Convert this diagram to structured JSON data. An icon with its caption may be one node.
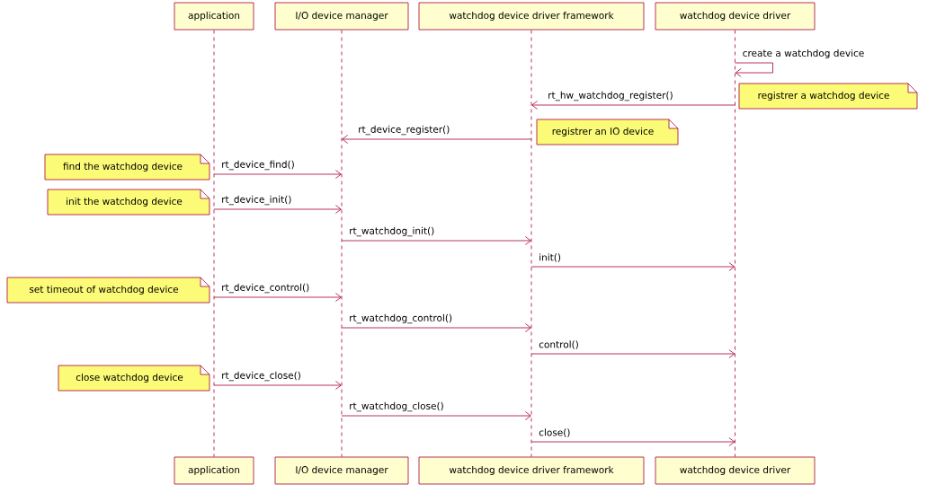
{
  "diagram": {
    "nodes": [
      {
        "text": [
          "application"
        ]
      },
      {
        "text": [
          "I/O device manager"
        ]
      },
      {
        "text": [
          "watchdog device driver framework"
        ]
      },
      {
        "text": [
          "watchdog device driver"
        ]
      },
      {
        "text": [],
        "shape": "line"
      },
      {
        "text": [],
        "shape": "line"
      },
      {
        "text": [],
        "shape": "line"
      },
      {
        "text": [],
        "shape": "line"
      },
      {
        "text": [
          "registrer a watchdog device"
        ]
      },
      {
        "text": [
          "registrer an IO device"
        ]
      },
      {
        "text": [
          "find the watchdog device"
        ]
      },
      {
        "text": [
          "init the watchdog device"
        ]
      },
      {
        "text": [
          "set timeout of watchdog device"
        ]
      },
      {
        "text": [
          "close watchdog device"
        ]
      },
      {
        "text": [
          "application"
        ]
      },
      {
        "text": [
          "I/O device manager"
        ]
      },
      {
        "text": [
          "watchdog device driver framework"
        ]
      },
      {
        "text": [
          "watchdog device driver"
        ]
      }
    ],
    "edges": [
      {
        "from": 7,
        "to": 7,
        "arrow": "to",
        "label": "create a watchdog device"
      },
      {
        "from": 7,
        "to": 6,
        "arrow": "to",
        "label": "rt_hw_watchdog_register()"
      },
      {
        "from": 6,
        "to": 5,
        "arrow": "to",
        "label": "rt_device_register()"
      },
      {
        "from": 4,
        "to": 5,
        "arrow": "to",
        "label": "rt_device_find()"
      },
      {
        "from": 4,
        "to": 5,
        "arrow": "to",
        "label": "rt_device_init()"
      },
      {
        "from": 5,
        "to": 6,
        "arrow": "to",
        "label": "rt_watchdog_init()"
      },
      {
        "from": 6,
        "to": 7,
        "arrow": "to",
        "label": "init()"
      },
      {
        "from": 4,
        "to": 5,
        "arrow": "to",
        "label": "rt_device_control()"
      },
      {
        "from": 5,
        "to": 6,
        "arrow": "to",
        "label": "rt_watchdog_control()"
      },
      {
        "from": 6,
        "to": 7,
        "arrow": "to",
        "label": "control()"
      },
      {
        "from": 4,
        "to": 5,
        "arrow": "to",
        "label": "rt_device_close()"
      },
      {
        "from": 5,
        "to": 6,
        "arrow": "to",
        "label": "rt_watchdog_close()"
      },
      {
        "from": 6,
        "to": 7,
        "arrow": "to",
        "label": "close()"
      }
    ]
  }
}
